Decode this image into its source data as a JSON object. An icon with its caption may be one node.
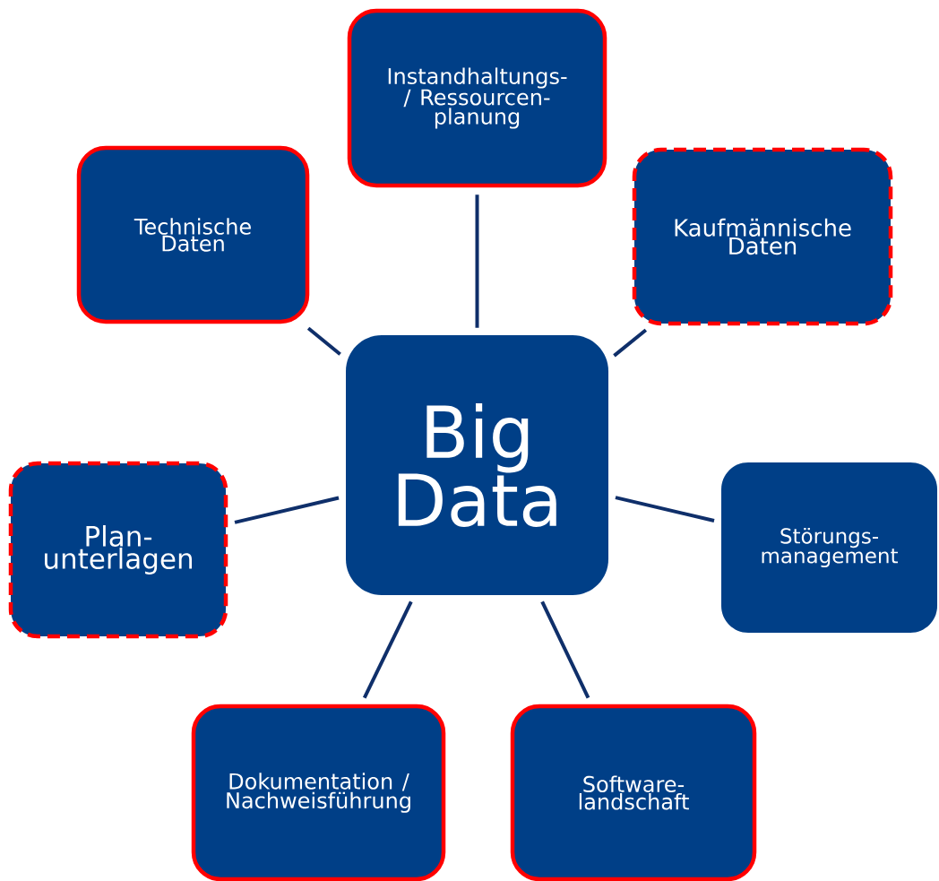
{
  "diagram": {
    "nodes": [
      {
        "text": [
          "Big Data"
        ]
      },
      {
        "text": [
          "Instandhaltungs- / Ressourcen- planung"
        ]
      },
      {
        "text": [
          "Technische Daten"
        ]
      },
      {
        "text": [
          "Kaufmännische Daten"
        ]
      },
      {
        "text": [
          "Plan- unterlagen"
        ]
      },
      {
        "text": [
          "Störungs- management"
        ]
      },
      {
        "text": [
          "Dokumentation / Nachweisführung"
        ]
      },
      {
        "text": [
          "Software- landschaft"
        ]
      }
    ],
    "edges": [
      {
        "from": 0,
        "to": 1,
        "arrow": "none"
      },
      {
        "from": 0,
        "to": 2,
        "arrow": "none"
      },
      {
        "from": 0,
        "to": 3,
        "arrow": "none"
      },
      {
        "from": 0,
        "to": 4,
        "arrow": "none"
      },
      {
        "from": 0,
        "to": 5,
        "arrow": "none"
      },
      {
        "from": 0,
        "to": 6,
        "arrow": "none"
      },
      {
        "from": 0,
        "to": 7,
        "arrow": "none"
      }
    ]
  }
}
